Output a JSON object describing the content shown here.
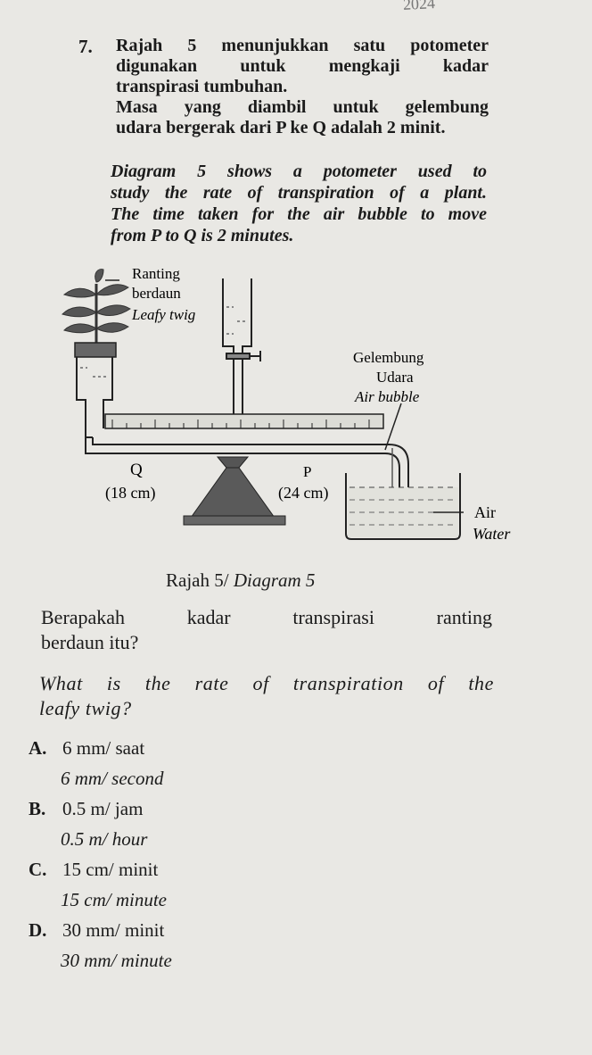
{
  "question": {
    "number": "7.",
    "malay_lines": [
      "Rajah 5 menunjukkan satu potometer",
      "digunakan untuk mengkaji kadar",
      "transpirasi tumbuhan.",
      "Masa yang diambil untuk gelembung",
      "udara bergerak dari P ke Q adalah 2 minit."
    ],
    "english_lines": [
      "Diagram 5 shows a potometer used to",
      "study the rate of transpiration of a plant.",
      "The time taken for the air bubble to move",
      "from P to Q is 2 minutes."
    ]
  },
  "diagram": {
    "label_twig_malay_1": "Ranting",
    "label_twig_malay_2": "berdaun",
    "label_twig_english": "Leafy twig",
    "label_bubble_malay_1": "Gelembung",
    "label_bubble_malay_2": "Udara",
    "label_bubble_english": "Air bubble",
    "label_q": "Q",
    "label_q_value": "(18 cm)",
    "label_p": "P",
    "label_p_value": "(24 cm)",
    "label_air": "Air",
    "label_water": "Water",
    "caption_malay": "Rajah 5/",
    "caption_english": "Diagram 5"
  },
  "prompt": {
    "malay_lines": [
      "Berapakah kadar transpirasi ranting",
      "berdaun itu?"
    ],
    "english_lines": [
      "What is the rate of transpiration of the",
      "leafy twig?"
    ]
  },
  "options": [
    {
      "letter": "A.",
      "malay": "6 mm/ saat",
      "english": "6 mm/ second"
    },
    {
      "letter": "B.",
      "malay": "0.5 m/ jam",
      "english": "0.5 m/ hour"
    },
    {
      "letter": "C.",
      "malay": "15 cm/ minit",
      "english": "15 cm/ minute"
    },
    {
      "letter": "D.",
      "malay": "30 mm/ minit",
      "english": "30 mm/ minute"
    }
  ]
}
